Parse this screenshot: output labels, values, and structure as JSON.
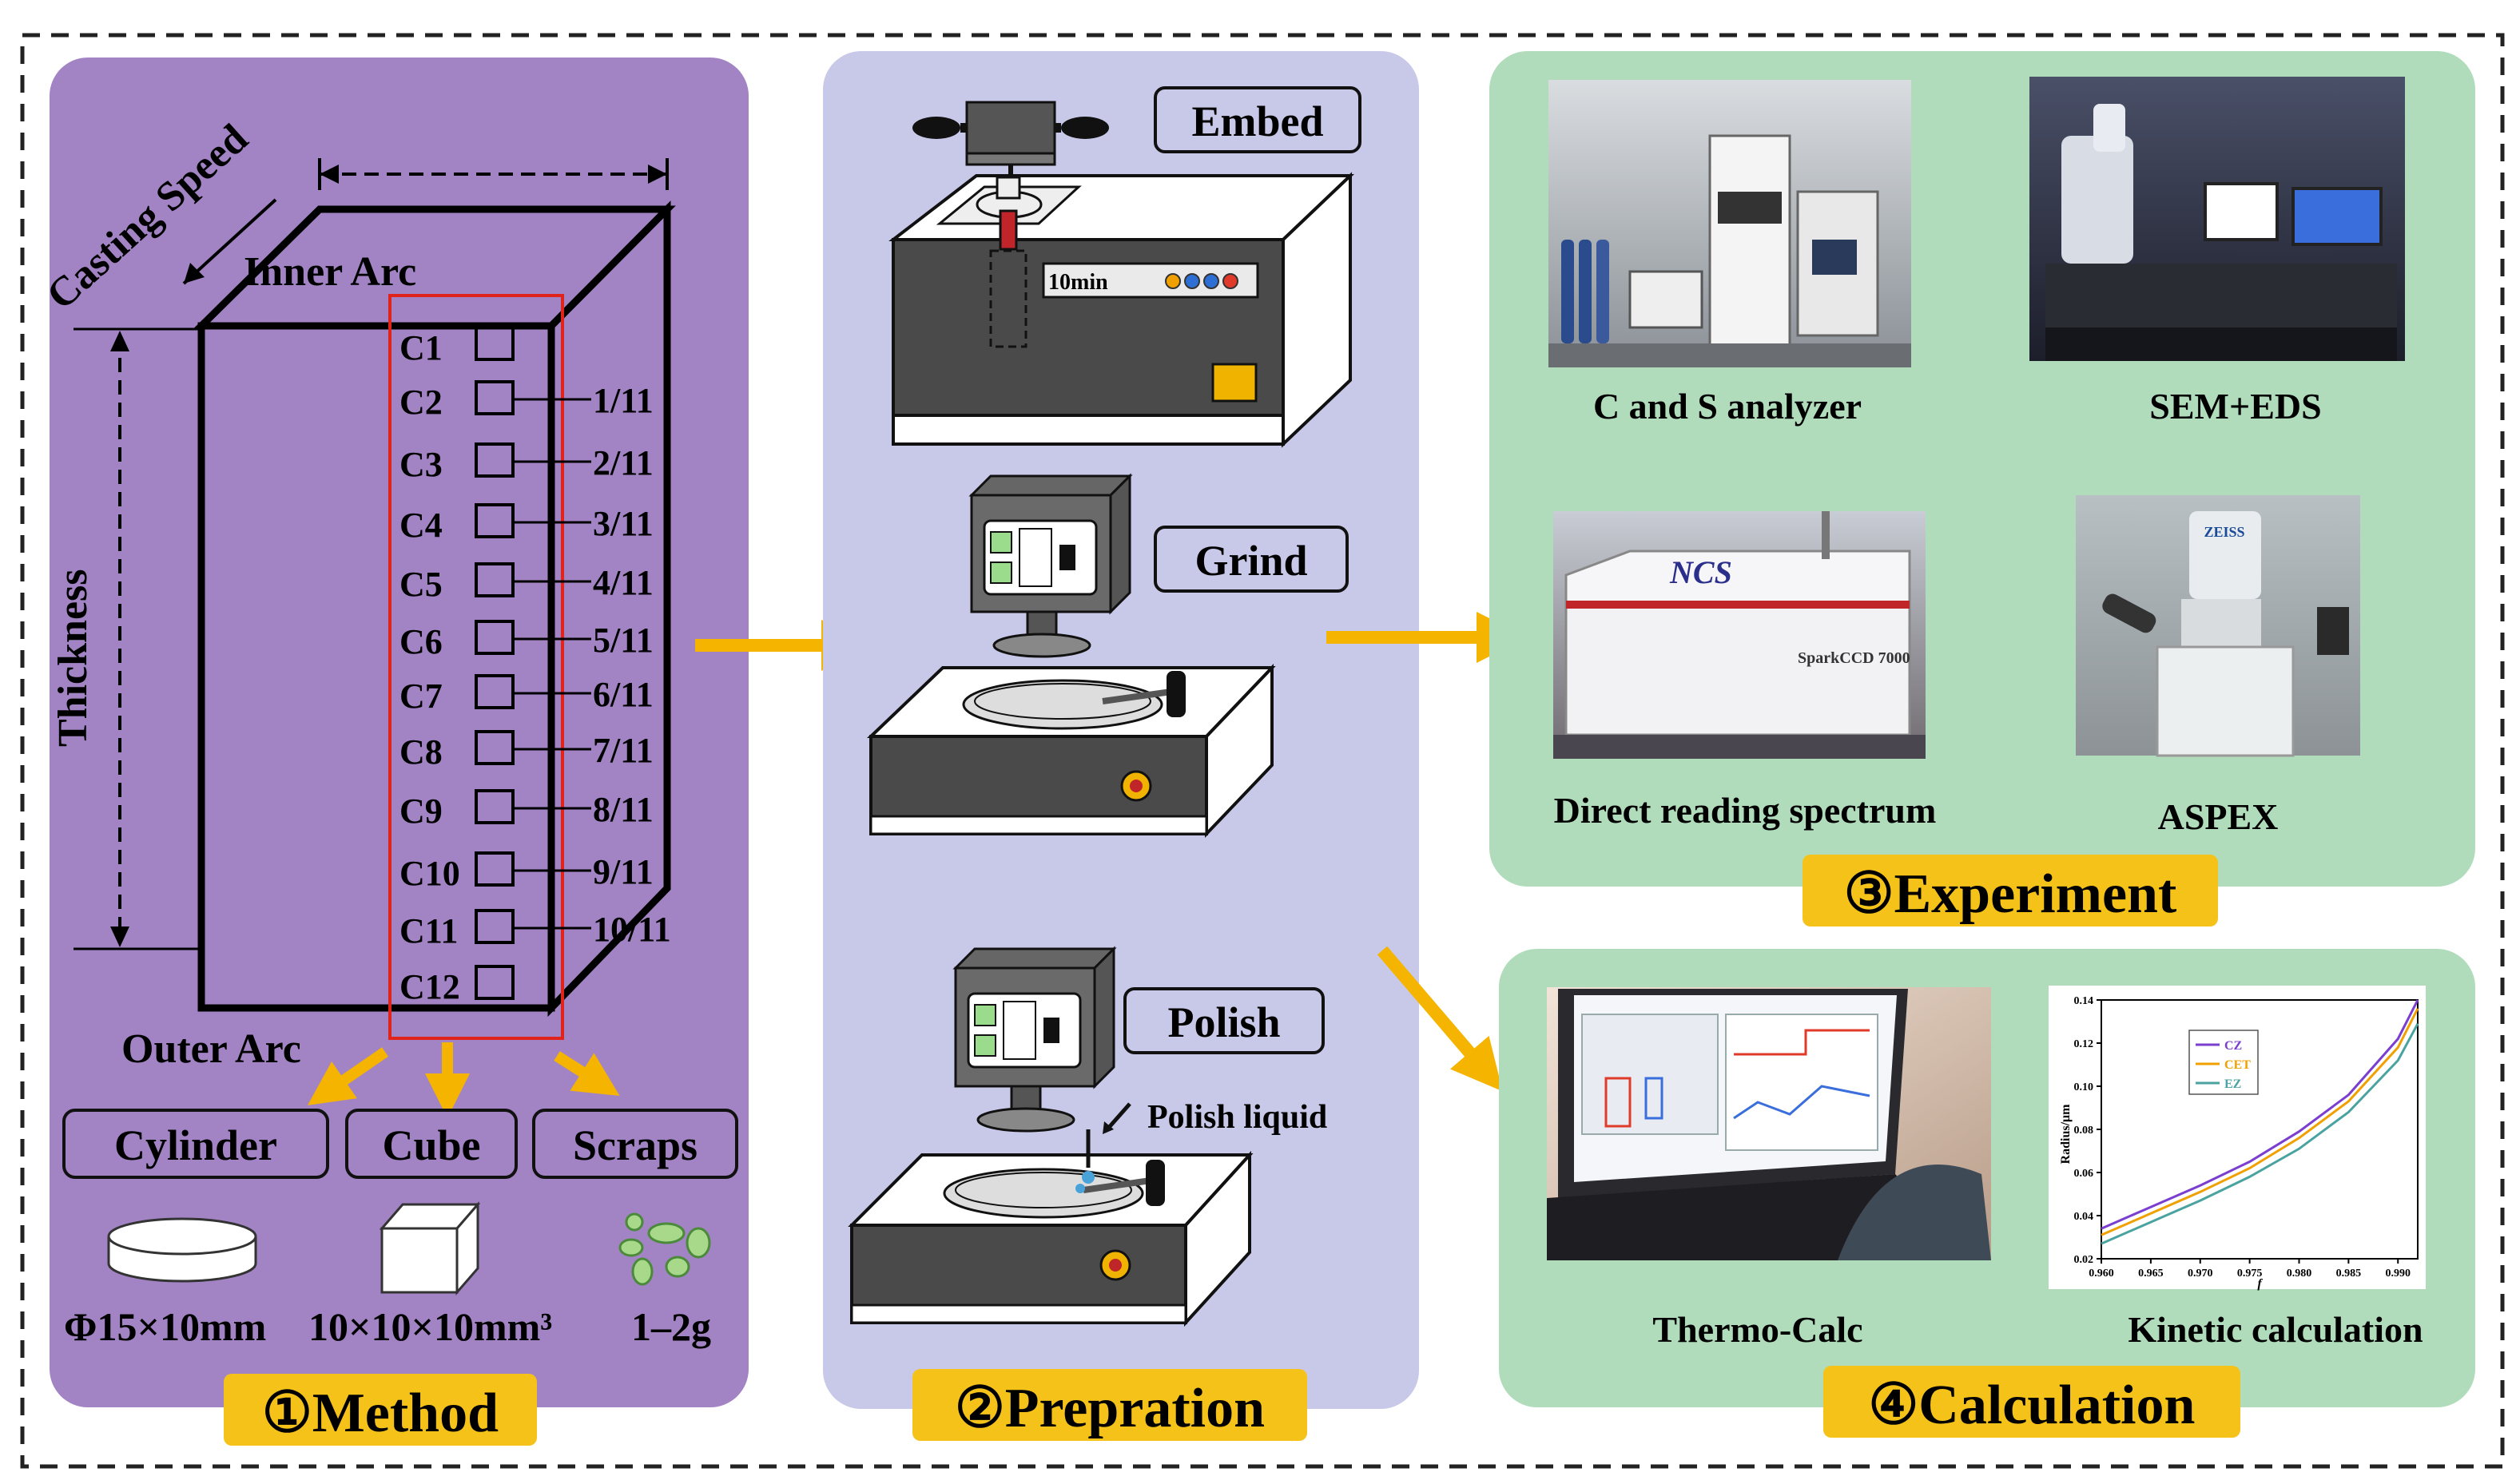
{
  "method": {
    "title": "①Method",
    "casting_speed": "Casting Speed",
    "inner_arc": "Inner Arc",
    "outer_arc": "Outer Arc",
    "thickness": "Thickness",
    "samples": [
      "C1",
      "C2",
      "C3",
      "C4",
      "C5",
      "C6",
      "C7",
      "C8",
      "C9",
      "C10",
      "C11",
      "C12"
    ],
    "fractions": [
      "1/11",
      "2/11",
      "3/11",
      "4/11",
      "5/11",
      "6/11",
      "7/11",
      "8/11",
      "9/11",
      "10/11"
    ],
    "shapes": [
      {
        "label": "Cylinder",
        "size": "Φ15×10mm"
      },
      {
        "label": "Cube",
        "size": "10×10×10mm³"
      },
      {
        "label": "Scraps",
        "size": "1–2g"
      }
    ]
  },
  "preparation": {
    "title": "②Prepration",
    "embed_label": "Embed",
    "timer_text": "10min",
    "grind_label": "Grind",
    "polish_label": "Polish",
    "polish_liquid": "Polish liquid"
  },
  "experiment": {
    "title": "③Experiment",
    "photos": [
      "C and S analyzer",
      "SEM+EDS",
      "Direct reading spectrum",
      "ASPEX"
    ],
    "ncs_logo": "NCS",
    "spark_text": "SparkCCD 7000"
  },
  "calculation": {
    "title": "④Calculation",
    "thermo_label": "Thermo-Calc",
    "kinetic_label": "Kinetic calculation"
  },
  "chart_data": {
    "type": "line",
    "title": "",
    "xlabel": "f",
    "ylabel": "Radius/μm",
    "xlim": [
      0.96,
      0.992
    ],
    "ylim": [
      0.02,
      0.14
    ],
    "xticks": [
      "0.960",
      "0.965",
      "0.970",
      "0.975",
      "0.980",
      "0.985",
      "0.990"
    ],
    "yticks": [
      "0.02",
      "0.04",
      "0.06",
      "0.08",
      "0.10",
      "0.12",
      "0.14"
    ],
    "legend_position": "top-left",
    "x": [
      0.96,
      0.965,
      0.97,
      0.975,
      0.98,
      0.985,
      0.99,
      0.992
    ],
    "series": [
      {
        "name": "CZ",
        "color": "#7b3fd0",
        "values": [
          0.034,
          0.044,
          0.054,
          0.065,
          0.079,
          0.096,
          0.122,
          0.14
        ]
      },
      {
        "name": "CET",
        "color": "#f0a000",
        "values": [
          0.031,
          0.041,
          0.051,
          0.062,
          0.076,
          0.093,
          0.118,
          0.136
        ]
      },
      {
        "name": "EZ",
        "color": "#4aa3a0",
        "values": [
          0.027,
          0.037,
          0.047,
          0.058,
          0.071,
          0.088,
          0.112,
          0.129
        ]
      }
    ]
  },
  "colors": {
    "method_panel": "#a284c4",
    "prep_panel": "#c8c8e8",
    "exp_panel": "#b0dcbc",
    "title_tag": "#f5c21a",
    "arrow": "#f5b400",
    "sample_box": "#e0241c"
  }
}
